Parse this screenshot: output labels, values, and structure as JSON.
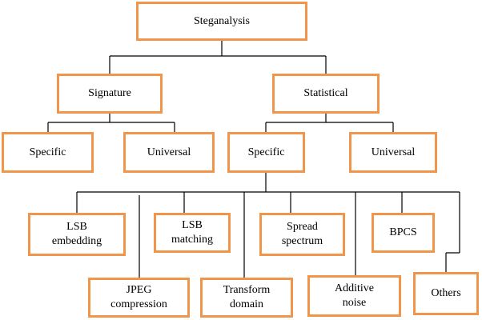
{
  "colors": {
    "box_border": "#F0954A",
    "connector": "#000000",
    "background": "#ffffff"
  },
  "root": {
    "label": "Steganalysis"
  },
  "level1": {
    "signature": {
      "label": "Signature",
      "children": {
        "specific": "Specific",
        "universal": "Universal"
      }
    },
    "statistical": {
      "label": "Statistical",
      "children": {
        "specific": "Specific",
        "universal": "Universal"
      }
    }
  },
  "techniques": {
    "lsb_embedding": "LSB\nembedding",
    "lsb_matching": "LSB\nmatching",
    "spread_spectrum": "Spread\nspectrum",
    "bpcs": "BPCS",
    "jpeg_compression": "JPEG\ncompression",
    "transform_domain": "Transform\ndomain",
    "additive_noise": "Additive\nnoise",
    "others": "Others"
  }
}
